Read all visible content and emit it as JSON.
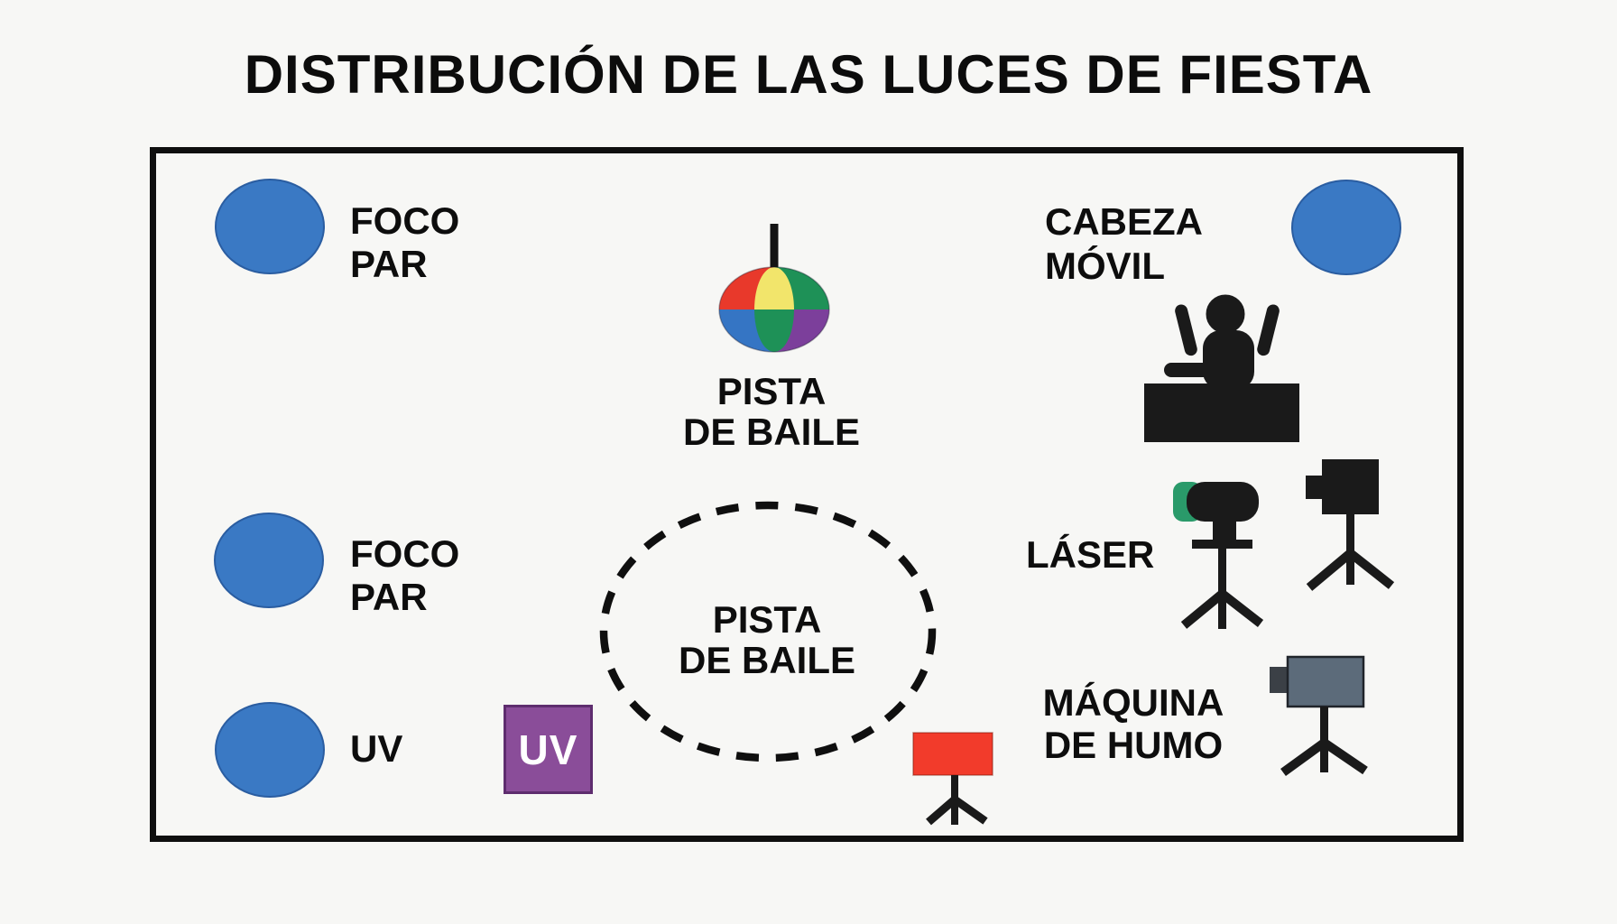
{
  "title": "DISTRIBUCIÓN DE LAS LUCES DE FIESTA",
  "labels": {
    "foco_par": {
      "line1": "FOCO",
      "line2": "PAR"
    },
    "uv_circle": "UV",
    "pista_de_baile": {
      "line1": "PISTA",
      "line2": "DE BAILE"
    },
    "cabeza_movil": {
      "line1": "CABEZA",
      "line2": "MÓVIL"
    },
    "laser": "LÁSER",
    "maquina_de_humo": {
      "line1": "MÁQUINA",
      "line2": "DE HUMO"
    },
    "uv_square": "UV"
  },
  "colors": {
    "blue_light": "#3a79c4",
    "disco_red": "#e8392b",
    "disco_yellow": "#f2e56b",
    "disco_green": "#1e9157",
    "disco_blue": "#3575c4",
    "disco_purple": "#7c3f9b",
    "laser_green": "#2a9a6a",
    "smoke_gray": "#5c6b7a",
    "smoke_nozzle": "#3b4046",
    "fixture_red": "#f23b2b",
    "uv_purple": "#8a4d99",
    "ink": "#1a1a1a"
  }
}
